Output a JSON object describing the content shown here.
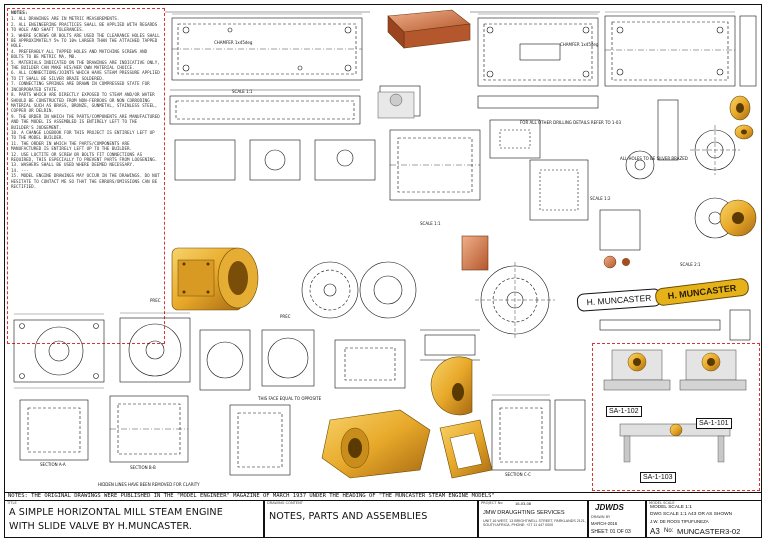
{
  "notes": {
    "heading": "NOTES:",
    "items": [
      "1. ALL DRAWINGS ARE IN METRIC MEASUREMENTS.",
      "2. ALL ENGINEERING PRACTICES SHALL BE APPLIED WITH REGARDS TO HOLE AND SHAFT TOLERANCES.",
      "3. WHERE SCREWS OR BOLTS ARE USED THE CLEARANCE HOLES SHALL BE APPROXIMATELY 5% TO 10% LARGER THAN THE ATTACHED TAPPED HOLE.",
      "4. PREFERABLY ALL TAPPED HOLES AND MATCHING SCREWS AND BOLTS TO BE METRIC MA, MB.",
      "5. MATERIALS INDICATED ON THE DRAWINGS ARE INDICATIVE ONLY, THE BUILDER CAN MAKE HIS/HER OWN MATERIAL CHOICE.",
      "6. ALL CONNECTIONS/JOINTS WHICH HAVE STEAM PRESSURE APPLIED TO IT SHALL BE SILVER BRAZE SOLDERED.",
      "7. CONNECTING SPRINGS ARE DRAWN IN COMPRESSED STATE FOR INCORPORATED STATE.",
      "8. PARTS WHICH ARE DIRECTLY EXPOSED TO STEAM AND/OR WATER SHOULD BE CONSTRUCTED FROM NON-FERROUS OR NON CORRODING MATERIAL SUCH AS BRASS, BRONZE, GUNMETAL, STAINLESS STEEL, COPPER OR DELRIN.",
      "9. THE ORDER IN WHICH THE PARTS/COMPONENTS ARE MANUFACTURED AND THE MODEL IS ASSEMBLED IS ENTIRELY LEFT TO THE BUILDER'S JUDGEMENT.",
      "10. A CHANGE LOGBOOK FOR THIS PROJECT IS ENTIRELY LEFT UP TO THE MODEL BUILDER.",
      "11. THE ORDER IN WHICH THE PARTS/COMPONENTS ARE MANUFACTURED IS ENTIRELY LEFT UP TO THE BUILDER.",
      "12. USE LOCTITE OR SCREW OR BOLTS FIT CONNECTIONS AS REQUIRED, THIS ESPECIALLY TO PREVENT PARTS FROM LOOSENING.",
      "13. WASHERS SHALL BE USED WHERE DEEMED NECESSARY.",
      "14. ---",
      "15. MODEL ENGINE DRAWINGS MAY OCCUR IN THE DRAWINGS. DO NOT HESITATE TO CONTACT ME SO THAT THE ERRORS/OMISSIONS CAN BE RECTIFIED."
    ]
  },
  "annotations": {
    "scale": "SCALE 1:1",
    "scale2": "SCALE 1:2",
    "scale3": "SCALE 2:1",
    "prec": "PREC",
    "all_holes": "ALL HOLES TO BE SILVER BRAZED",
    "for_all_other": "FOR ALL OTHER DRILLING DETAILS REFER TO 1-03",
    "chamfer": "CHAMFER 1x45deg",
    "section_aa": "SECTION A-A",
    "section_bb": "SECTION B-B",
    "section_cc": "SECTION C-C",
    "hidden_lines": "HIDDEN LINES HAVE BEEN REMOVED FOR CLARITY",
    "this_face": "THIS FACE EQUAL TO OPPOSITE",
    "muncaster": "H. MUNCASTER"
  },
  "assembly_tags": [
    "SA-1-102",
    "SA-1-101",
    "SA-1-103"
  ],
  "title_block": {
    "note_line": "NOTES: THE ORIGINAL DRAWINGS WERE PUBLISHED IN THE \"MODEL ENGINEER\" MAGAZINE OF MARCH 1937 UNDER THE HEADING OF \"THE MUNCASTER STEAM ENGINE MODELS\"",
    "title_label": "TITLE",
    "title_line1": "A SIMPLE HORIZONTAL MILL STEAM ENGINE",
    "title_line2": "WITH SLIDE VALVE BY H.MUNCASTER.",
    "desc_label": "DRAWING CONTENT",
    "description": "NOTES, PARTS AND ASSEMBLIES",
    "project_label": "PROJECT No",
    "project_no": "16-03-08",
    "company": "JMW DRAUGHTING SERVICES",
    "address": "UNIT 16 WEST, 13 BRIGHTWELL STREET, PARKLANDS 2121, SOUTH AFRICA. PHONE: +27 11 447 0000",
    "logo": "JDWDS",
    "model_scale_label": "MODEL SCALE",
    "model_scale": "MODEL SCALE 1:1",
    "dwg_scale": "DWG SCALE 1:1 A43 OR AS SHOWN",
    "drawn_label": "DRAWN BY",
    "drawn_date": "MARCH-2016",
    "drawn_by": "J.W. DE ROOS TIPUFUNEZA",
    "sheet": "SHEET: 01 OF 03",
    "size": "A3",
    "dwg_no": "MUNCASTER3-02",
    "no_label": "No:"
  },
  "colors": {
    "brass": "#e8a92a",
    "brass_dark": "#b7761a",
    "copper": "#d9784a",
    "line": "#111111",
    "redline": "#dd3333"
  }
}
